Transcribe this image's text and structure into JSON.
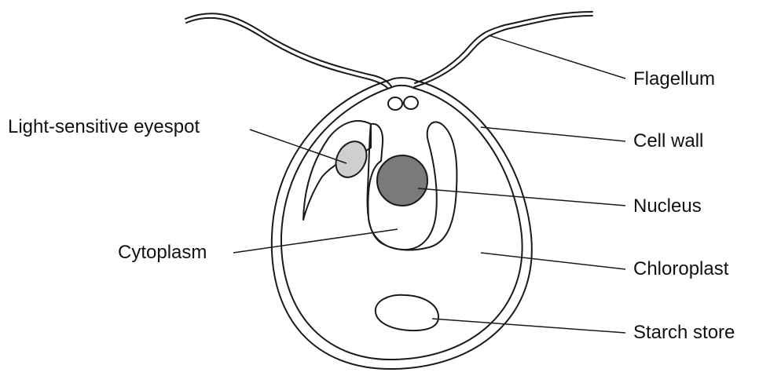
{
  "labels": {
    "flagellum": "Flagellum",
    "cell_wall": "Cell wall",
    "nucleus": "Nucleus",
    "chloroplast": "Chloroplast",
    "starch_store": "Starch store",
    "eyespot": "Light-sensitive eyespot",
    "cytoplasm": "Cytoplasm"
  },
  "colors": {
    "stroke": "#1a1a1a",
    "nucleus": "#7a7a7a",
    "eyespot": "#cfcfcf",
    "background": "#ffffff"
  }
}
